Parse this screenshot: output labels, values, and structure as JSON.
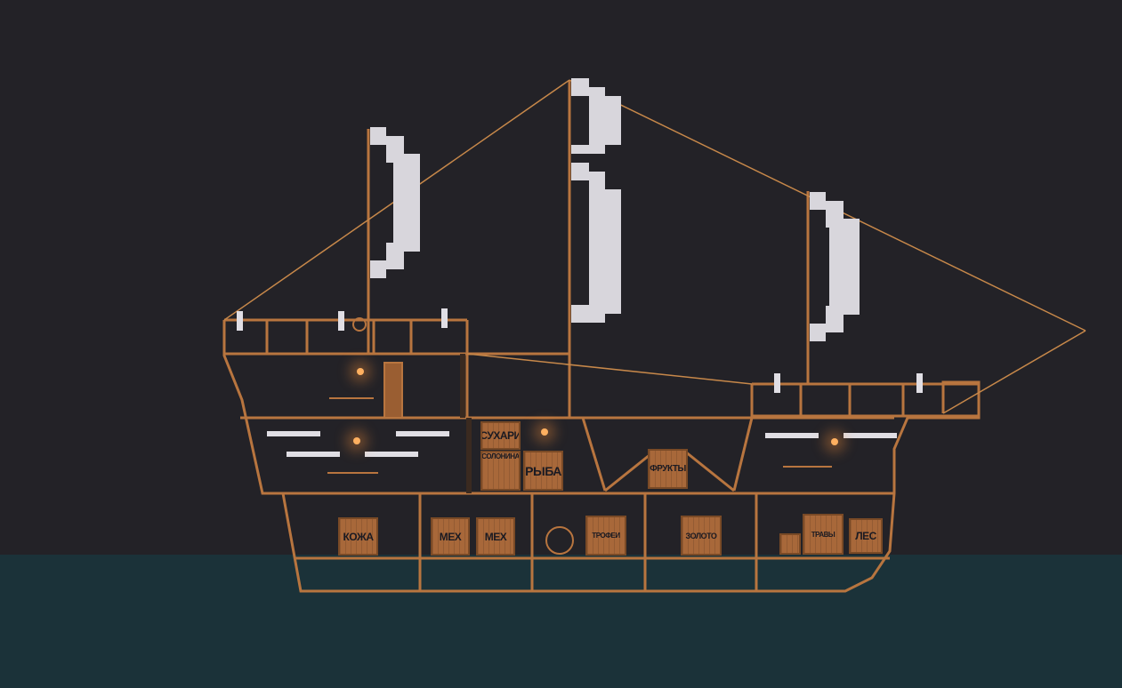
{
  "scene": {
    "colors": {
      "sky": "#232227",
      "water": "#1b3239",
      "wood": "#b8753f",
      "sail": "#d8d6dc",
      "crate": "#a8683a"
    },
    "crates": [
      {
        "label": "СУХАРИ"
      },
      {
        "label": "СОЛОНИНА"
      },
      {
        "label": "РЫБА"
      },
      {
        "label": "ФРУКТЫ"
      },
      {
        "label": "КОЖА"
      },
      {
        "label": "МЕХ"
      },
      {
        "label": "МЕХ"
      },
      {
        "label": "ТРОФЕИ"
      },
      {
        "label": "ЗОЛОТО"
      },
      {
        "label": "ТРАВЫ"
      },
      {
        "label": "ЛЕС"
      }
    ]
  }
}
